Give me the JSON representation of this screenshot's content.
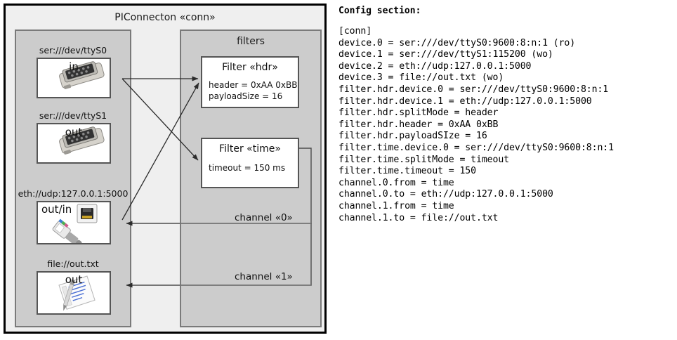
{
  "diagram": {
    "title": "PIConnecton «conn»",
    "devices_group": {
      "devices": [
        {
          "label": "ser:///dev/ttyS0",
          "io": "in",
          "icon": "serial-port-icon"
        },
        {
          "label": "ser:///dev/ttyS1",
          "io": "out",
          "icon": "serial-port-icon"
        },
        {
          "label": "eth://udp:127.0.0.1:5000",
          "io": "out/in",
          "icon": "ethernet-jack-icon"
        },
        {
          "label": "file://out.txt",
          "io": "out",
          "icon": "text-file-icon"
        }
      ]
    },
    "filters_group": {
      "title": "filters",
      "filters": [
        {
          "title": "Filter «hdr»",
          "props": [
            "header = 0xAA 0xBB",
            "payloadSize = 16"
          ]
        },
        {
          "title": "Filter «time»",
          "props": [
            "timeout = 150 ms"
          ]
        }
      ],
      "channels": [
        {
          "label": "channel «0»"
        },
        {
          "label": "channel «1»"
        }
      ]
    }
  },
  "config": {
    "heading": "Config section:",
    "lines": "[conn]\ndevice.0 = ser:///dev/ttyS0:9600:8:n:1 (ro)\ndevice.1 = ser:///dev/ttyS1:115200 (wo)\ndevice.2 = eth://udp:127.0.0.1:5000\ndevice.3 = file://out.txt (wo)\nfilter.hdr.device.0 = ser:///dev/ttyS0:9600:8:n:1\nfilter.hdr.device.1 = eth://udp:127.0.0.1:5000\nfilter.hdr.splitMode = header\nfilter.hdr.header = 0xAA 0xBB\nfilter.hdr.payloadSIze = 16\nfilter.time.device.0 = ser:///dev/ttyS0:9600:8:n:1\nfilter.time.splitMode = timeout\nfilter.time.timeout = 150\nchannel.0.from = time\nchannel.0.to = eth://udp:127.0.0.1:5000\nchannel.1.from = time\nchannel.1.to = file://out.txt"
  },
  "colors": {
    "page_bg": "#ffffff",
    "diagram_bg": "#efefef",
    "group_bg": "#cccccc",
    "group_border": "#7a7a7a",
    "box_bg": "#ffffff",
    "box_border": "#555555",
    "outer_border": "#000000",
    "connector": "#333333"
  }
}
